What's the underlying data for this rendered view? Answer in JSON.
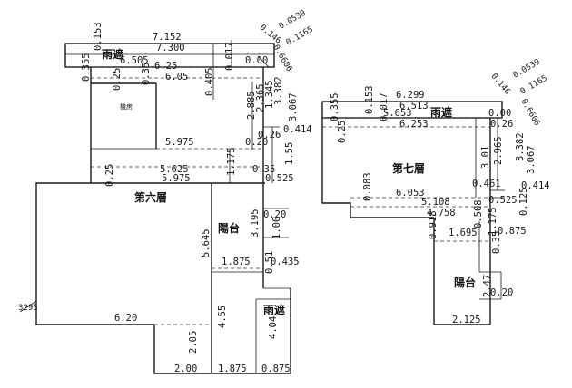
{
  "sixth_floor": {
    "labels": {
      "floor": "第六層",
      "balcony": "陽台",
      "rain_shelter_top": "雨遮",
      "rain_shelter_bottom": "雨遮",
      "machine_room": "機房",
      "marker": "3295"
    },
    "dims": {
      "top_width": "7.152",
      "top_width_2": "7.300",
      "d_6505": "6.505",
      "d_625": "6.25",
      "d_605": "6.05",
      "d_5975a": "5.975",
      "d_5625": "5.625",
      "d_5975b": "5.975",
      "d_620": "6.20",
      "d_200": "2.00",
      "d_1875a": "1.875",
      "d_1875b": "1.875",
      "d_0875": "0.875",
      "d_0153": "0.153",
      "d_0355": "0.355",
      "d_035": "0.35",
      "d_025a": "0.25",
      "d_025b": "0.25",
      "d_0405": "0.405",
      "d_000": "0.00",
      "d_0017": "0.017",
      "d_0146": "0.146",
      "d_0539": "0.0539",
      "d_1165": "0.1165",
      "d_6606": "0.6606",
      "d_2885": "2.885",
      "d_2365": "2.365",
      "d_1345": "1.345",
      "d_3382": "3.382",
      "d_3067": "3.067",
      "d_0414": "0.414",
      "d_026": "0.26",
      "d_020a": "0.20",
      "d_1175": "1.175",
      "d_155": "1.55",
      "d_035b": "0.35",
      "d_0525": "0.525",
      "d_3195": "3.195",
      "d_020b": "0.20",
      "d_100": "1.00",
      "d_5645": "5.645",
      "d_051": "0.51",
      "d_0435": "0.435",
      "d_455": "4.55",
      "d_404": "4.04",
      "d_205": "2.05"
    }
  },
  "seventh_floor": {
    "labels": {
      "floor": "第七層",
      "balcony": "陽台",
      "rain_shelter": "雨遮"
    },
    "dims": {
      "d_6299": "6.299",
      "d_6513": "6.513",
      "d_5653": "5.653",
      "d_6253": "6.253",
      "d_0355": "0.355",
      "d_0153": "0.153",
      "d_0017": "0.017",
      "d_025": "0.25",
      "d_000": "0.00",
      "d_0146": "0.146",
      "d_0539": "0.0539",
      "d_1165": "0.1165",
      "d_6606": "0.6606",
      "d_026": "0.26",
      "d_3382": "3.382",
      "d_3067": "3.067",
      "d_301": "3.01",
      "d_2965": "2.965",
      "d_0461": "0.461",
      "d_0414": "0.414",
      "d_0525": "0.525",
      "d_0125": "0.125",
      "d_0083": "0.083",
      "d_6053": "6.053",
      "d_5108": "5.108",
      "d_4758": "4.758",
      "d_0918": "0.918",
      "d_0508": "0.508",
      "d_1175": "1.175",
      "d_0875": "0.875",
      "d_1695": "1.695",
      "d_035": "0.35",
      "d_020": "0.20",
      "d_2125": "2.125",
      "d_247": "2.47"
    }
  }
}
